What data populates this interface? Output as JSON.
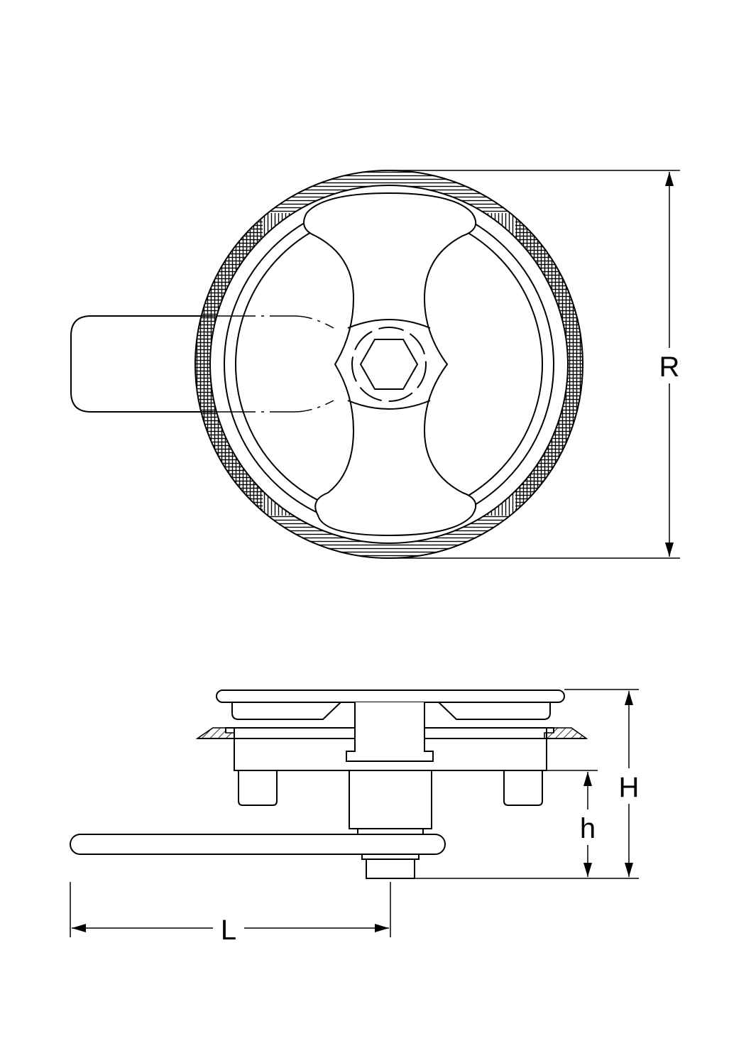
{
  "dimensions": {
    "radius_label": "R",
    "height_label": "H",
    "inner_height_label": "h",
    "length_label": "L"
  },
  "colors": {
    "line": "#000000",
    "background": "#ffffff"
  }
}
